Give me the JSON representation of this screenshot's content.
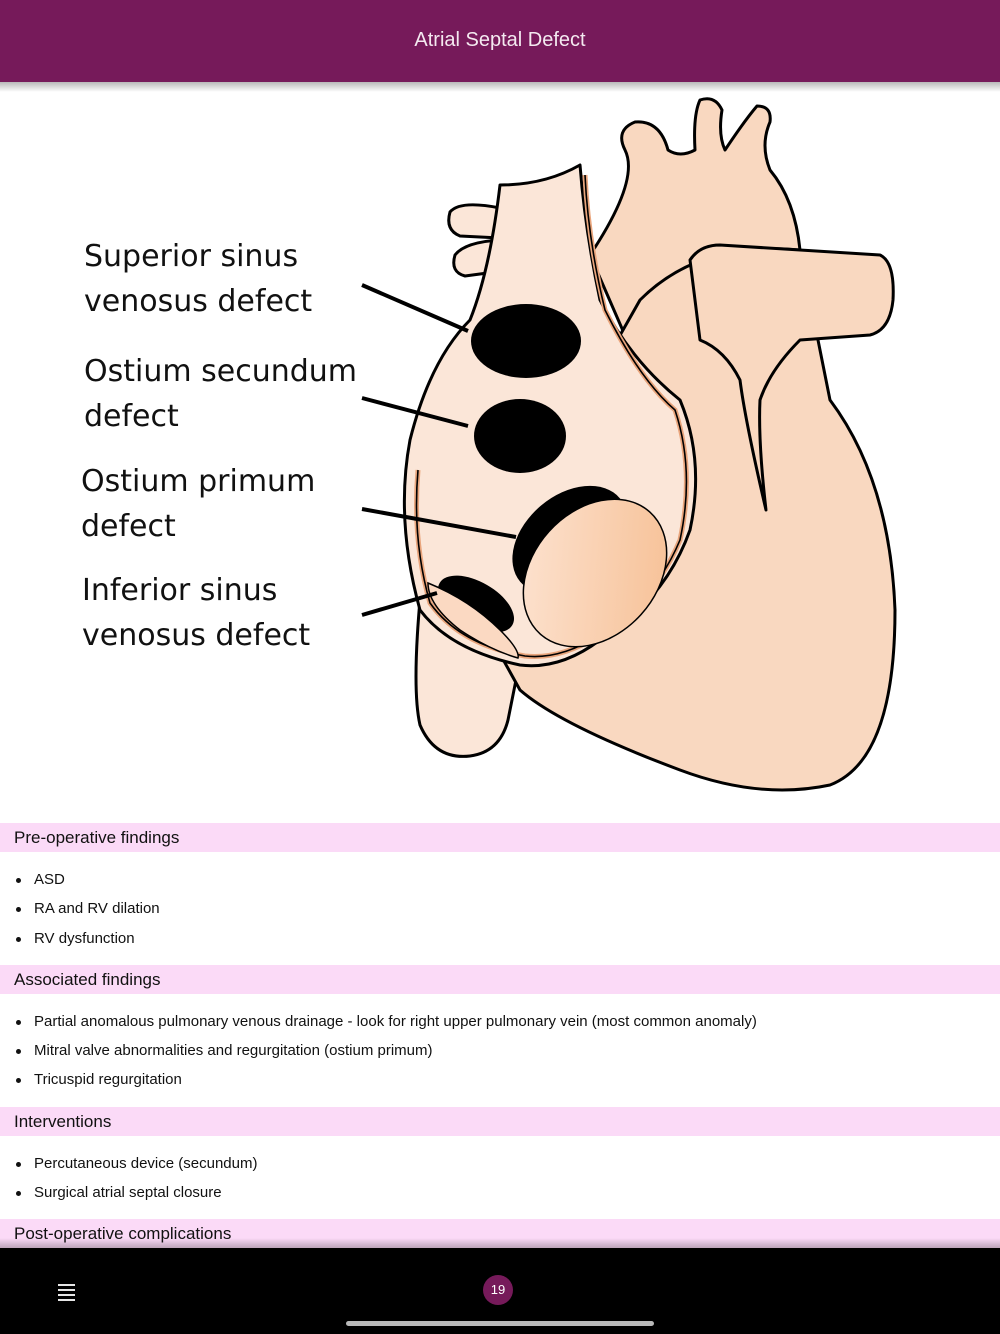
{
  "header": {
    "title": "Atrial Septal Defect"
  },
  "diagram": {
    "labels": [
      {
        "key": "superior",
        "text": "Superior sinus\nvenosus defect"
      },
      {
        "key": "secundum",
        "text": "Ostium secundum\ndefect"
      },
      {
        "key": "primum",
        "text": "Ostium primum\ndefect"
      },
      {
        "key": "inferior",
        "text": "Inferior sinus\nvenosus defect"
      }
    ],
    "colors": {
      "tissue": "#f9d8c0",
      "tissue_light": "#fbe6d8",
      "defect": "#000000"
    }
  },
  "sections": [
    {
      "title": "Pre-operative findings",
      "items": [
        "ASD",
        "RA and RV dilation",
        "RV dysfunction"
      ]
    },
    {
      "title": "Associated findings",
      "items": [
        "Partial anomalous pulmonary venous drainage - look for right upper pulmonary vein (most common anomaly)",
        "Mitral valve abnormalities and regurgitation (ostium primum)",
        "Tricuspid regurgitation"
      ]
    },
    {
      "title": "Interventions",
      "items": [
        "Percutaneous device (secundum)",
        "Surgical atrial septal closure"
      ]
    },
    {
      "title": "Post-operative complications",
      "items": []
    }
  ],
  "footer": {
    "page_number": "19",
    "menu_icon": "hamburger-menu-icon"
  },
  "colors": {
    "brand": "#761a5a",
    "section_bg": "#fbdaf7"
  }
}
